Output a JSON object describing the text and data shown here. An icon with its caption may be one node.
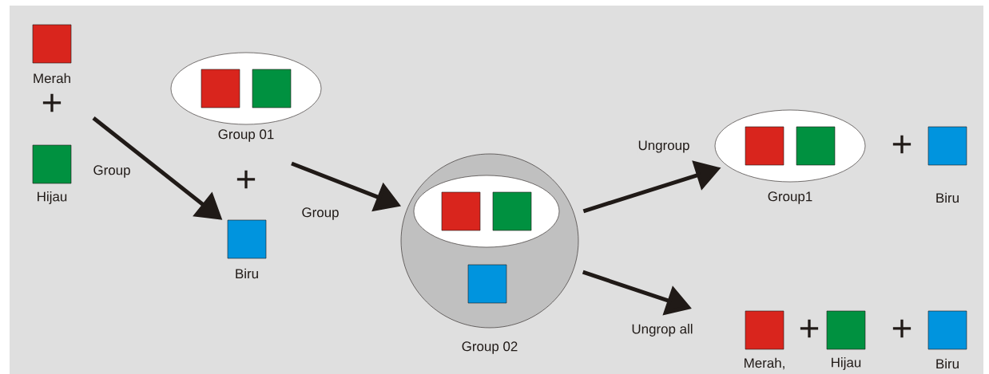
{
  "diagram": {
    "nodes": [
      {
        "text": [
          "Merah"
        ]
      },
      {
        "text": [
          "Hijau"
        ]
      },
      {
        "text": [
          "Group 01"
        ]
      },
      {
        "text": [],
        "shape": "box",
        "in": 2
      },
      {
        "text": [],
        "shape": "box",
        "in": 2
      },
      {
        "text": [
          "Biru"
        ]
      },
      {
        "text": [
          "Group 02"
        ]
      },
      {
        "text": [],
        "shape": "ellipse",
        "in": 6
      },
      {
        "text": [],
        "shape": "box",
        "in": 7
      },
      {
        "text": [],
        "shape": "box",
        "in": 7
      },
      {
        "text": [],
        "shape": "box",
        "in": 6
      },
      {
        "text": [
          "Group1"
        ]
      },
      {
        "text": [],
        "shape": "box",
        "in": 11
      },
      {
        "text": [],
        "shape": "box",
        "in": 11
      },
      {
        "text": [
          "Biru"
        ]
      },
      {
        "text": [
          "Merah,"
        ]
      },
      {
        "text": [
          "Hijau"
        ]
      },
      {
        "text": [
          "Biru"
        ]
      }
    ],
    "edges": [
      {
        "from": null,
        "to": 5,
        "arrow": "to",
        "label": "Group"
      },
      {
        "from": null,
        "to": 6,
        "arrow": "to",
        "label": "Group"
      },
      {
        "from": 6,
        "to": 11,
        "arrow": "to",
        "label": "Ungroup"
      },
      {
        "from": 6,
        "to": null,
        "arrow": "to",
        "label": "Ungrop all"
      }
    ],
    "labels": [
      "+",
      "+",
      "+",
      "+",
      "+"
    ]
  }
}
